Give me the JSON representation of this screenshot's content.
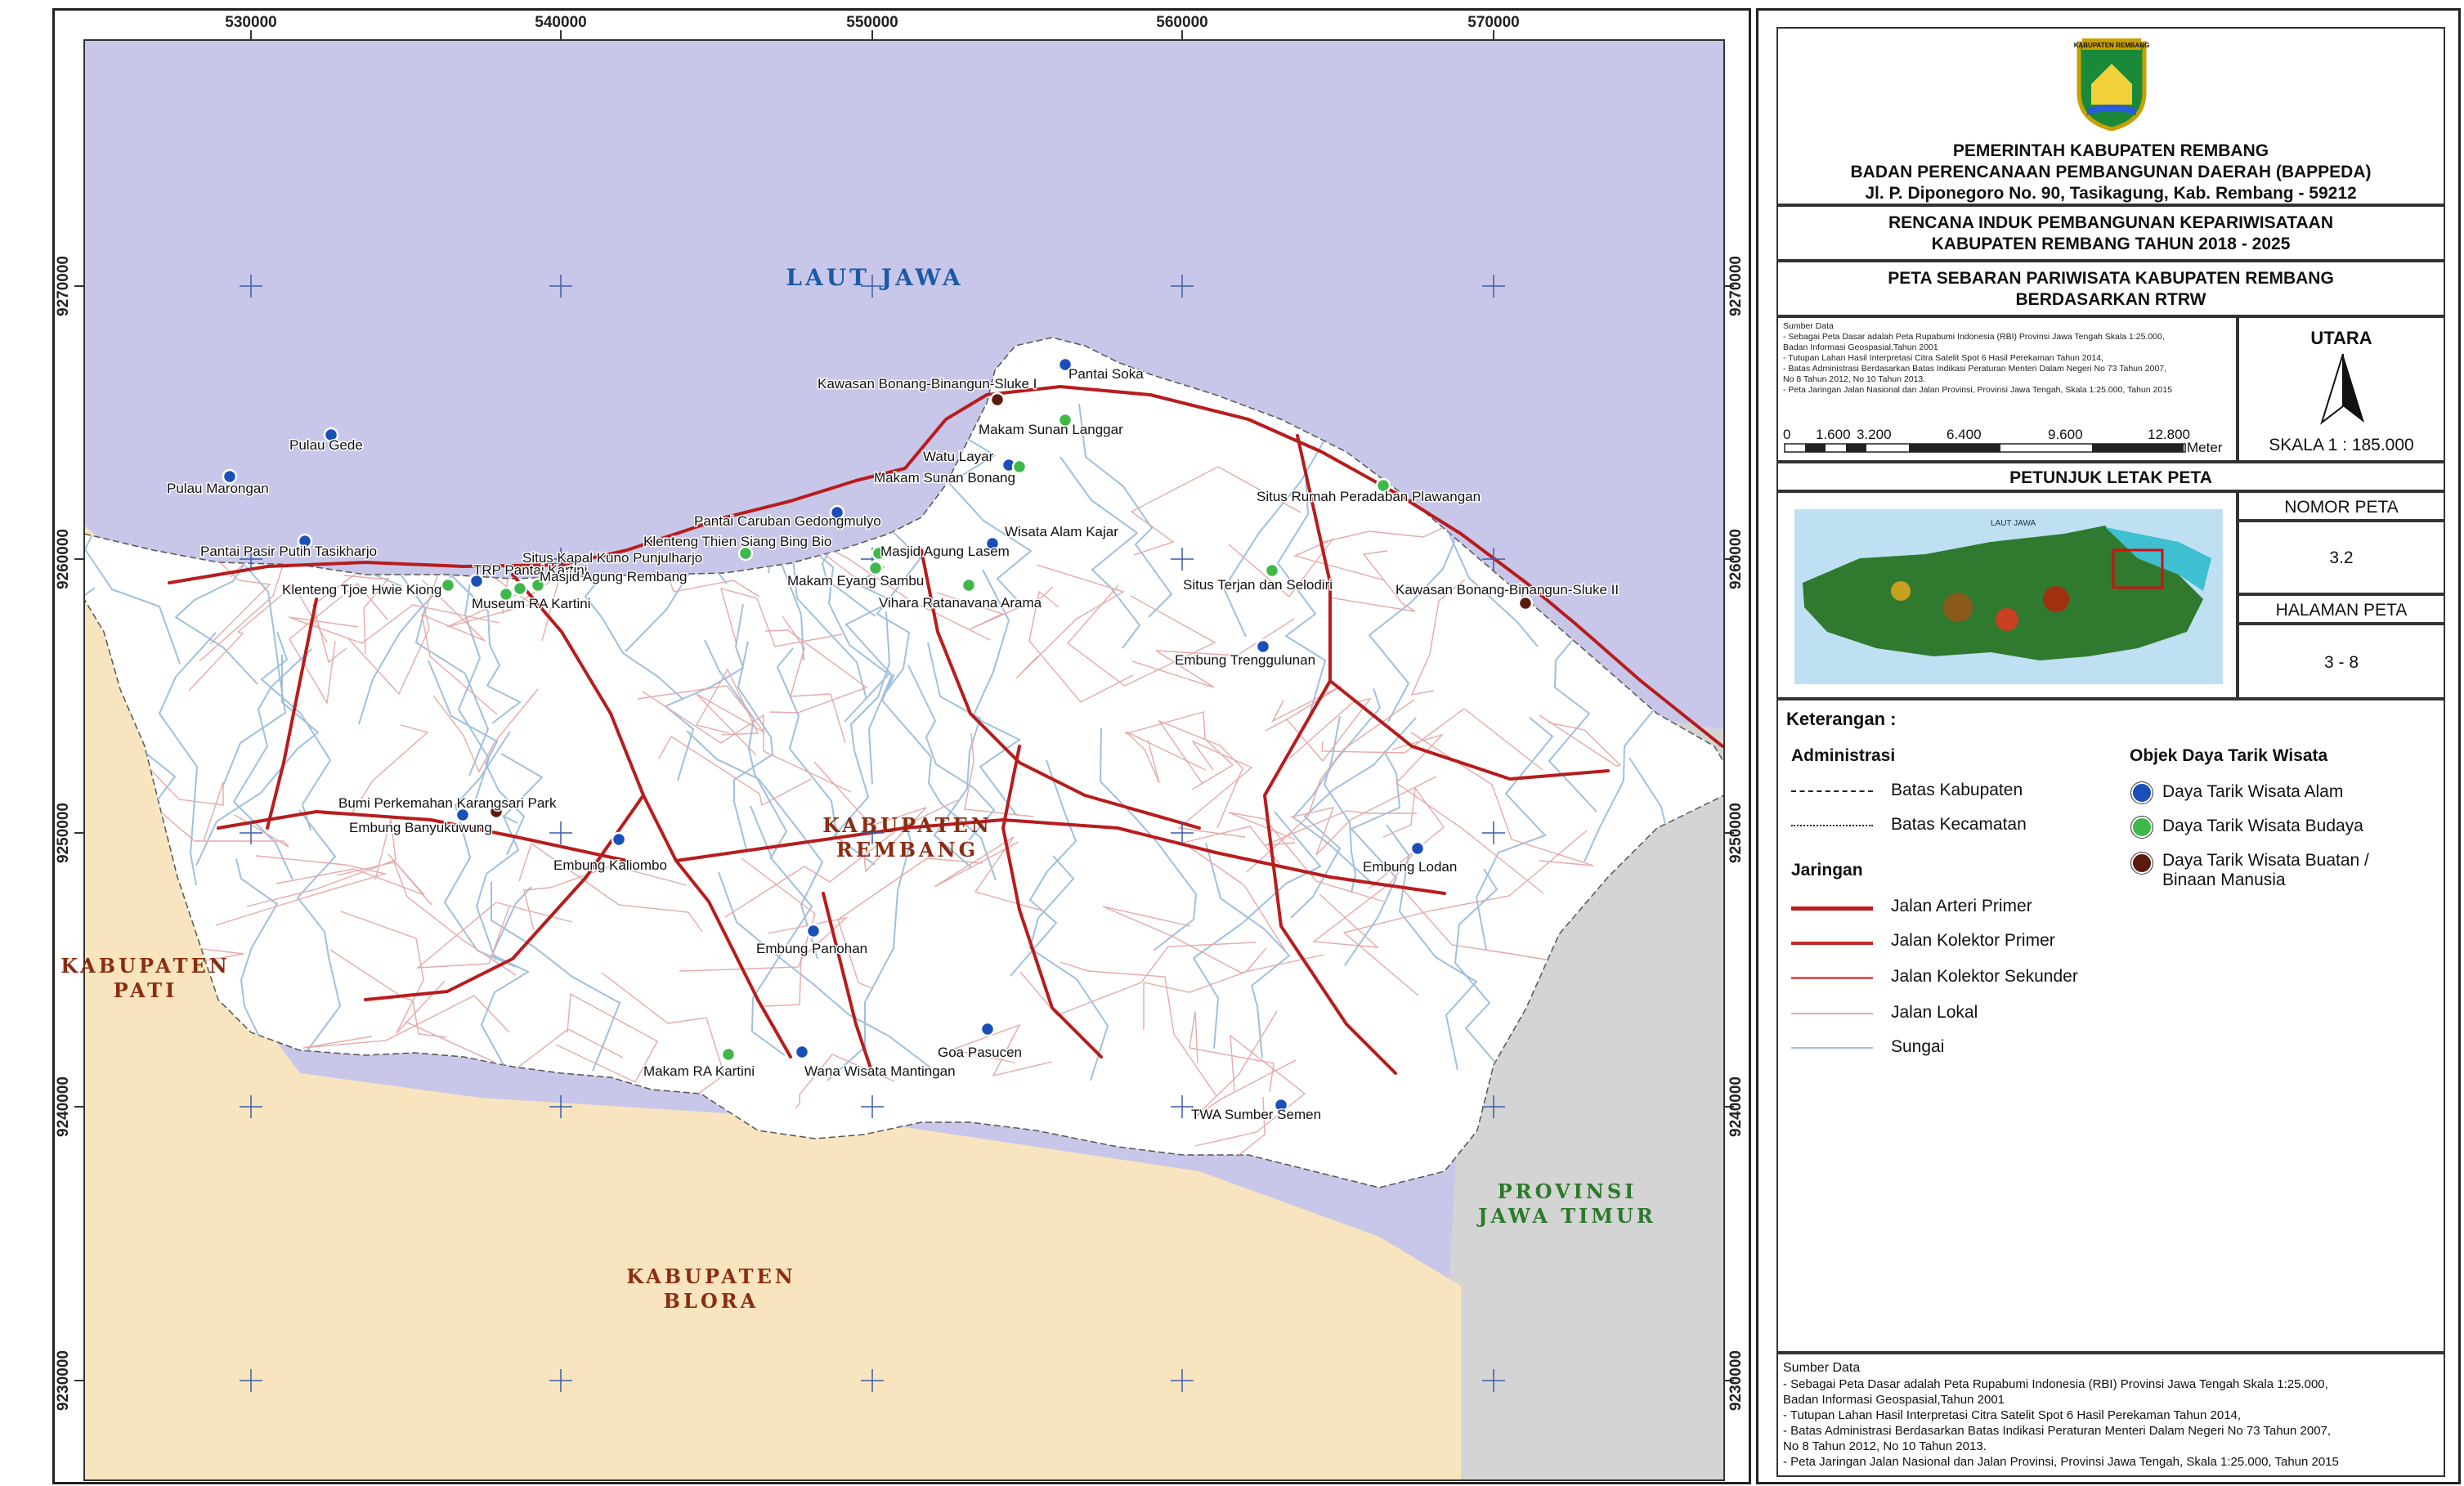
{
  "grid": {
    "x_labels": [
      "530000",
      "540000",
      "550000",
      "560000",
      "570000"
    ],
    "y_labels": [
      "9270000",
      "9260000",
      "9250000",
      "9240000",
      "9230000"
    ]
  },
  "regions": {
    "sea": "LAUT JAWA",
    "center_line1": "KABUPATEN",
    "center_line2": "REMBANG",
    "pati_line1": "KABUPATEN",
    "pati_line2": "PATI",
    "blora_line1": "KABUPATEN",
    "blora_line2": "BLORA",
    "jatim_line1": "PROVINSI",
    "jatim_line2": "JAWA TIMUR"
  },
  "places": [
    {
      "name": "Kawasan Bonang-Binangun-Sluke I",
      "type": "buatan"
    },
    {
      "name": "Pantai Soka",
      "type": "alam"
    },
    {
      "name": "Makam Sunan Langgar",
      "type": "budaya"
    },
    {
      "name": "Pulau Gede",
      "type": "alam"
    },
    {
      "name": "Watu Layar",
      "type": "alam"
    },
    {
      "name": "Makam Sunan Bonang",
      "type": "budaya"
    },
    {
      "name": "Pulau Marongan",
      "type": "alam"
    },
    {
      "name": "Situs Rumah Peradaban Plawangan",
      "type": "budaya"
    },
    {
      "name": "Pantai Caruban Gedongmulyo",
      "type": "alam"
    },
    {
      "name": "Wisata Alam Kajar",
      "type": "alam"
    },
    {
      "name": "Pantai Pasir Putih Tasikharjo",
      "type": "alam"
    },
    {
      "name": "Klenteng Thien Siang Bing Bio",
      "type": "budaya"
    },
    {
      "name": "Masjid Agung Lasem",
      "type": "budaya"
    },
    {
      "name": "TRP Pantai Kartini",
      "type": "alam"
    },
    {
      "name": "Situs Kapal Kuno Punjulharjo",
      "type": "budaya"
    },
    {
      "name": "Masjid Agung Rembang",
      "type": "budaya"
    },
    {
      "name": "Situs Terjan dan Selodiri",
      "type": "budaya"
    },
    {
      "name": "Makam Eyang Sambu",
      "type": "budaya"
    },
    {
      "name": "Klenteng Tjoe Hwie Kiong",
      "type": "budaya"
    },
    {
      "name": "Kawasan Bonang-Binangun-Sluke II",
      "type": "buatan"
    },
    {
      "name": "Vihara Ratanavana Arama",
      "type": "budaya"
    },
    {
      "name": "Museum RA Kartini",
      "type": "budaya"
    },
    {
      "name": "Embung Trenggulunan",
      "type": "alam"
    },
    {
      "name": "Bumi Perkemahan Karangsari Park",
      "type": "buatan"
    },
    {
      "name": "Embung Banyukuwung",
      "type": "alam"
    },
    {
      "name": "Embung Kaliombo",
      "type": "alam"
    },
    {
      "name": "Embung Lodan",
      "type": "alam"
    },
    {
      "name": "Embung Panohan",
      "type": "alam"
    },
    {
      "name": "Goa Pasucen",
      "type": "alam"
    },
    {
      "name": "Makam RA Kartini",
      "type": "budaya"
    },
    {
      "name": "Wana Wisata Mantingan",
      "type": "alam"
    },
    {
      "name": "TWA Sumber Semen",
      "type": "alam"
    }
  ],
  "legend": {
    "logo_text": "KABUPATEN REMBANG",
    "org1": "PEMERINTAH KABUPATEN REMBANG",
    "org2": "BADAN PERENCANAAN PEMBANGUNAN DAERAH (BAPPEDA)",
    "org3": "Jl. P. Diponegoro No. 90, Tasikagung, Kab. Rembang - 59212",
    "plan1": "RENCANA INDUK PEMBANGUNAN KEPARIWISATAAN",
    "plan2": "KABUPATEN REMBANG TAHUN 2018 - 2025",
    "map1": "PETA SEBARAN PARIWISATA KABUPATEN REMBANG",
    "map2": "BERDASARKAN RTRW",
    "north_label": "UTARA",
    "scale_label": "SKALA 1 : 185.000",
    "scale_ticks": [
      "0",
      "1.600",
      "3.200",
      "6.400",
      "9.600",
      "12.800"
    ],
    "scale_unit": "Meter",
    "locator_title": "PETUNJUK LETAK PETA",
    "locator_sea": "LAUT JAWA",
    "nomor_label": "NOMOR PETA",
    "nomor_value": "3.2",
    "halaman_label": "HALAMAN PETA",
    "halaman_value": "3 - 8",
    "keterangan": "Keterangan :",
    "admin_title": "Administrasi",
    "admin_items": [
      "Batas Kabupaten",
      "Batas Kecamatan"
    ],
    "jaringan_title": "Jaringan",
    "jaringan_items": [
      "Jalan Arteri Primer",
      "Jalan Kolektor Primer",
      "Jalan Kolektor Sekunder",
      "Jalan Lokal",
      "Sungai"
    ],
    "objek_title": "Objek Daya Tarik Wisata",
    "objek_items": [
      "Daya Tarik Wisata Alam",
      "Daya Tarik Wisata Budaya",
      "Daya Tarik Wisata Buatan / Binaan Manusia"
    ],
    "source_title": "Sumber Data",
    "source_lines": [
      "- Sebagai Peta Dasar adalah Peta Rupabumi Indonesia (RBI) Provinsi Jawa Tengah Skala 1:25.000,",
      "  Badan Informasi Geospasial,Tahun 2001",
      "- Tutupan Lahan Hasil Interpretasi Citra Satelit Spot 6 Hasil Perekaman Tahun 2014,",
      "- Batas Administrasi Berdasarkan Batas Indikasi Peraturan Menteri Dalam Negeri No 73 Tahun 2007,",
      "  No 8 Tahun 2012, No 10 Tahun 2013.",
      "- Peta Jaringan Jalan Nasional dan Jalan Provinsi, Provinsi Jawa Tengah, Skala 1:25.000, Tahun 2015"
    ]
  },
  "colors": {
    "sea": "#c8c7ea",
    "pati_blora": "#f8e5bf",
    "jatim": "#d4d4d4",
    "land": "#ffffff",
    "road": "#b81c1c",
    "river": "#9fc0de",
    "alam": "#1a4fb8",
    "budaya": "#3fb84a",
    "buatan": "#5a1a0e"
  }
}
